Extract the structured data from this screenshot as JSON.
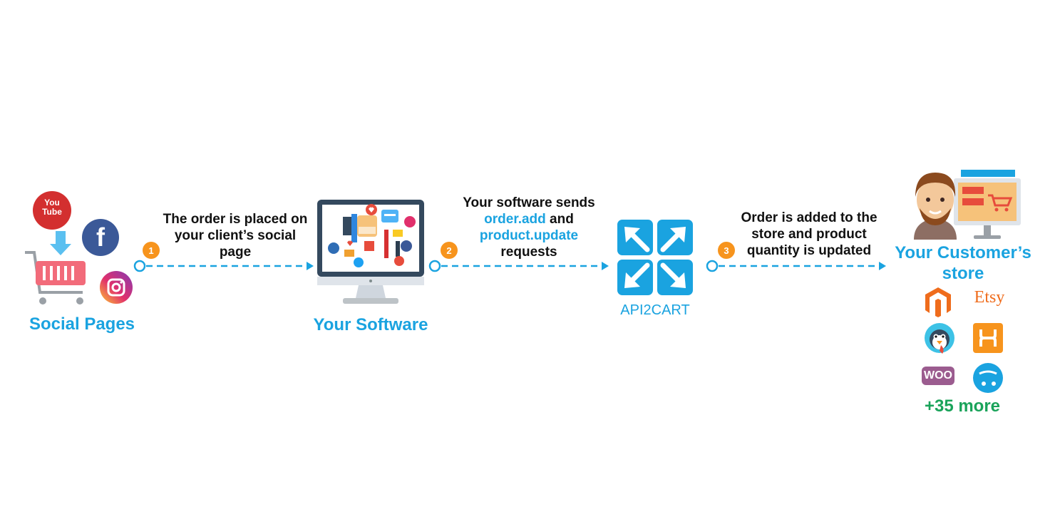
{
  "colors": {
    "accent": "#1aa3e0",
    "badge": "#f7941d",
    "more": "#1aa35a",
    "youtube": "#d32f2f",
    "facebook": "#3b5998",
    "cart": "#f26b7a"
  },
  "nodes": {
    "social": {
      "title": "Social Pages",
      "youtube_label_top": "You",
      "youtube_label_bottom": "Tube",
      "facebook_glyph": "f"
    },
    "software": {
      "title": "Your Software"
    },
    "api2cart": {
      "title": "API2CART"
    },
    "store": {
      "title_line1": "Your Customer’s",
      "title_line2": "store",
      "platforms": [
        {
          "name": "magento",
          "icon": "magento-icon"
        },
        {
          "name": "etsy",
          "label": "Etsy",
          "icon": "etsy-icon"
        },
        {
          "name": "prestashop",
          "icon": "prestashop-icon"
        },
        {
          "name": "xcart",
          "icon": "xcart-icon"
        },
        {
          "name": "woocommerce",
          "label": "WOO",
          "icon": "woocommerce-icon"
        },
        {
          "name": "opencart",
          "icon": "opencart-icon"
        }
      ],
      "more": "+35 more"
    }
  },
  "steps": [
    {
      "number": "1",
      "line1": "The order is placed on",
      "line2": "your client’s social",
      "line3": "page"
    },
    {
      "number": "2",
      "line1": "Your software sends",
      "hl1": "order.add",
      "and": " and",
      "hl2": "product.update",
      "line4": "requests"
    },
    {
      "number": "3",
      "line1": "Order is added to the",
      "line2": "store and product",
      "line3": "quantity is updated"
    }
  ]
}
